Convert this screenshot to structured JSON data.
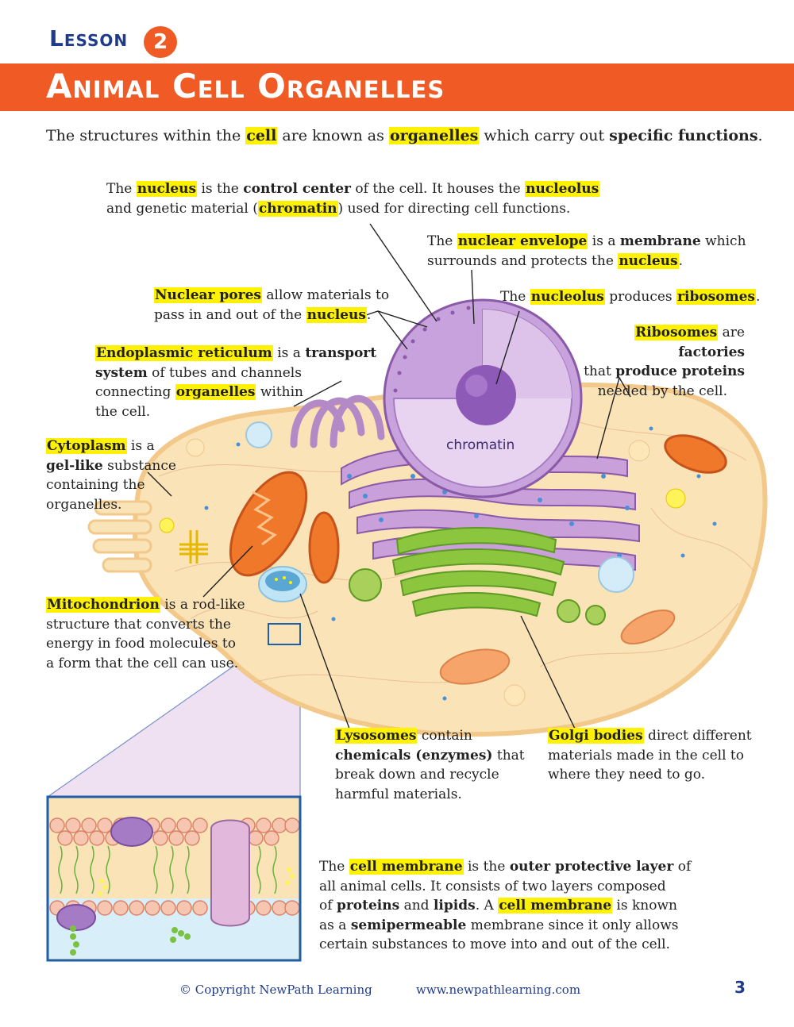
{
  "header": {
    "lesson_label": "Lesson",
    "lesson_number": "2",
    "title": "Animal Cell Organelles"
  },
  "intro": {
    "t1": "The structures within the ",
    "h1": "cell",
    "t2": " are known as ",
    "h2": "organelles",
    "t3": " which carry out ",
    "b1": "specific functions",
    "t4": "."
  },
  "nucleus": {
    "t1": "The ",
    "h1": "nucleus",
    "t2": " is the ",
    "b1": "control center",
    "t3": " of the cell. It houses the ",
    "h2": "nucleolus",
    "t4": "and genetic material (",
    "h3": "chromatin",
    "t5": ") used for directing cell functions."
  },
  "nuclear_envelope": {
    "t1": "The ",
    "h1": "nuclear envelope",
    "t2": " is a ",
    "b1": "membrane",
    "t3": " which",
    "t4": "surrounds and protects the ",
    "h2": "nucleus",
    "t5": "."
  },
  "nuclear_pores": {
    "h1": "Nuclear pores",
    "t1": " allow materials to",
    "t2": "pass in and out of the ",
    "h2": "nucleus",
    "t3": "."
  },
  "nucleolus": {
    "t1": "The ",
    "h1": "nucleolus",
    "t2": " produces ",
    "h2": "ribosomes",
    "t3": "."
  },
  "ribosomes": {
    "h1": "Ribosomes",
    "t1": " are ",
    "b1": "factories",
    "t2": "that ",
    "b2": "produce proteins",
    "t3": "needed by the cell."
  },
  "er": {
    "h1": "Endoplasmic reticulum",
    "t1": " is a ",
    "b1": "transport",
    "b2": "system",
    "t2": " of tubes and channels",
    "t3": "connecting ",
    "h2": "organelles",
    "t4": " within",
    "t5": "the cell."
  },
  "cytoplasm": {
    "h1": "Cytoplasm",
    "t1": " is a",
    "b1": "gel-like",
    "t2": " substance",
    "t3": "containing the",
    "t4": "organelles."
  },
  "mitochondrion": {
    "h1": "Mitochondrion",
    "t1": " is a rod-like",
    "t2": "structure that converts the",
    "t3": "energy in food molecules to",
    "t4": "a form that the cell can use."
  },
  "lysosomes": {
    "h1": "Lysosomes",
    "t1": " contain",
    "b1": "chemicals (enzymes)",
    "t2": " that",
    "t3": "break down and recycle",
    "t4": "harmful materials."
  },
  "golgi": {
    "h1": "Golgi bodies",
    "t1": " direct different",
    "t2": "materials made in the cell to",
    "t3": "where they need to go."
  },
  "membrane": {
    "t1": "The ",
    "h1": "cell membrane",
    "t2": " is the ",
    "b1": "outer protective layer",
    "t3": " of",
    "t4": "all animal cells. It consists of two layers composed",
    "t5": "of ",
    "b2": "proteins",
    "t6": " and ",
    "b3": "lipids",
    "t7": ". A ",
    "h2": "cell membrane",
    "t8": " is known",
    "t9": "as a ",
    "b4": "semipermeable",
    "t10": " membrane since it only allows",
    "t11": "certain substances to move into and out of the cell."
  },
  "diagram": {
    "chromatin_label": "chromatin",
    "colors": {
      "cytoplasm": "#fbe3b8",
      "nucleus": "#b58bd0",
      "golgi": "#8cc63f",
      "mitochondria": "#f0782a",
      "er": "#b48ac6"
    }
  },
  "footer": {
    "copyright": "© Copyright NewPath Learning",
    "website": "www.newpathlearning.com",
    "page": "3"
  }
}
